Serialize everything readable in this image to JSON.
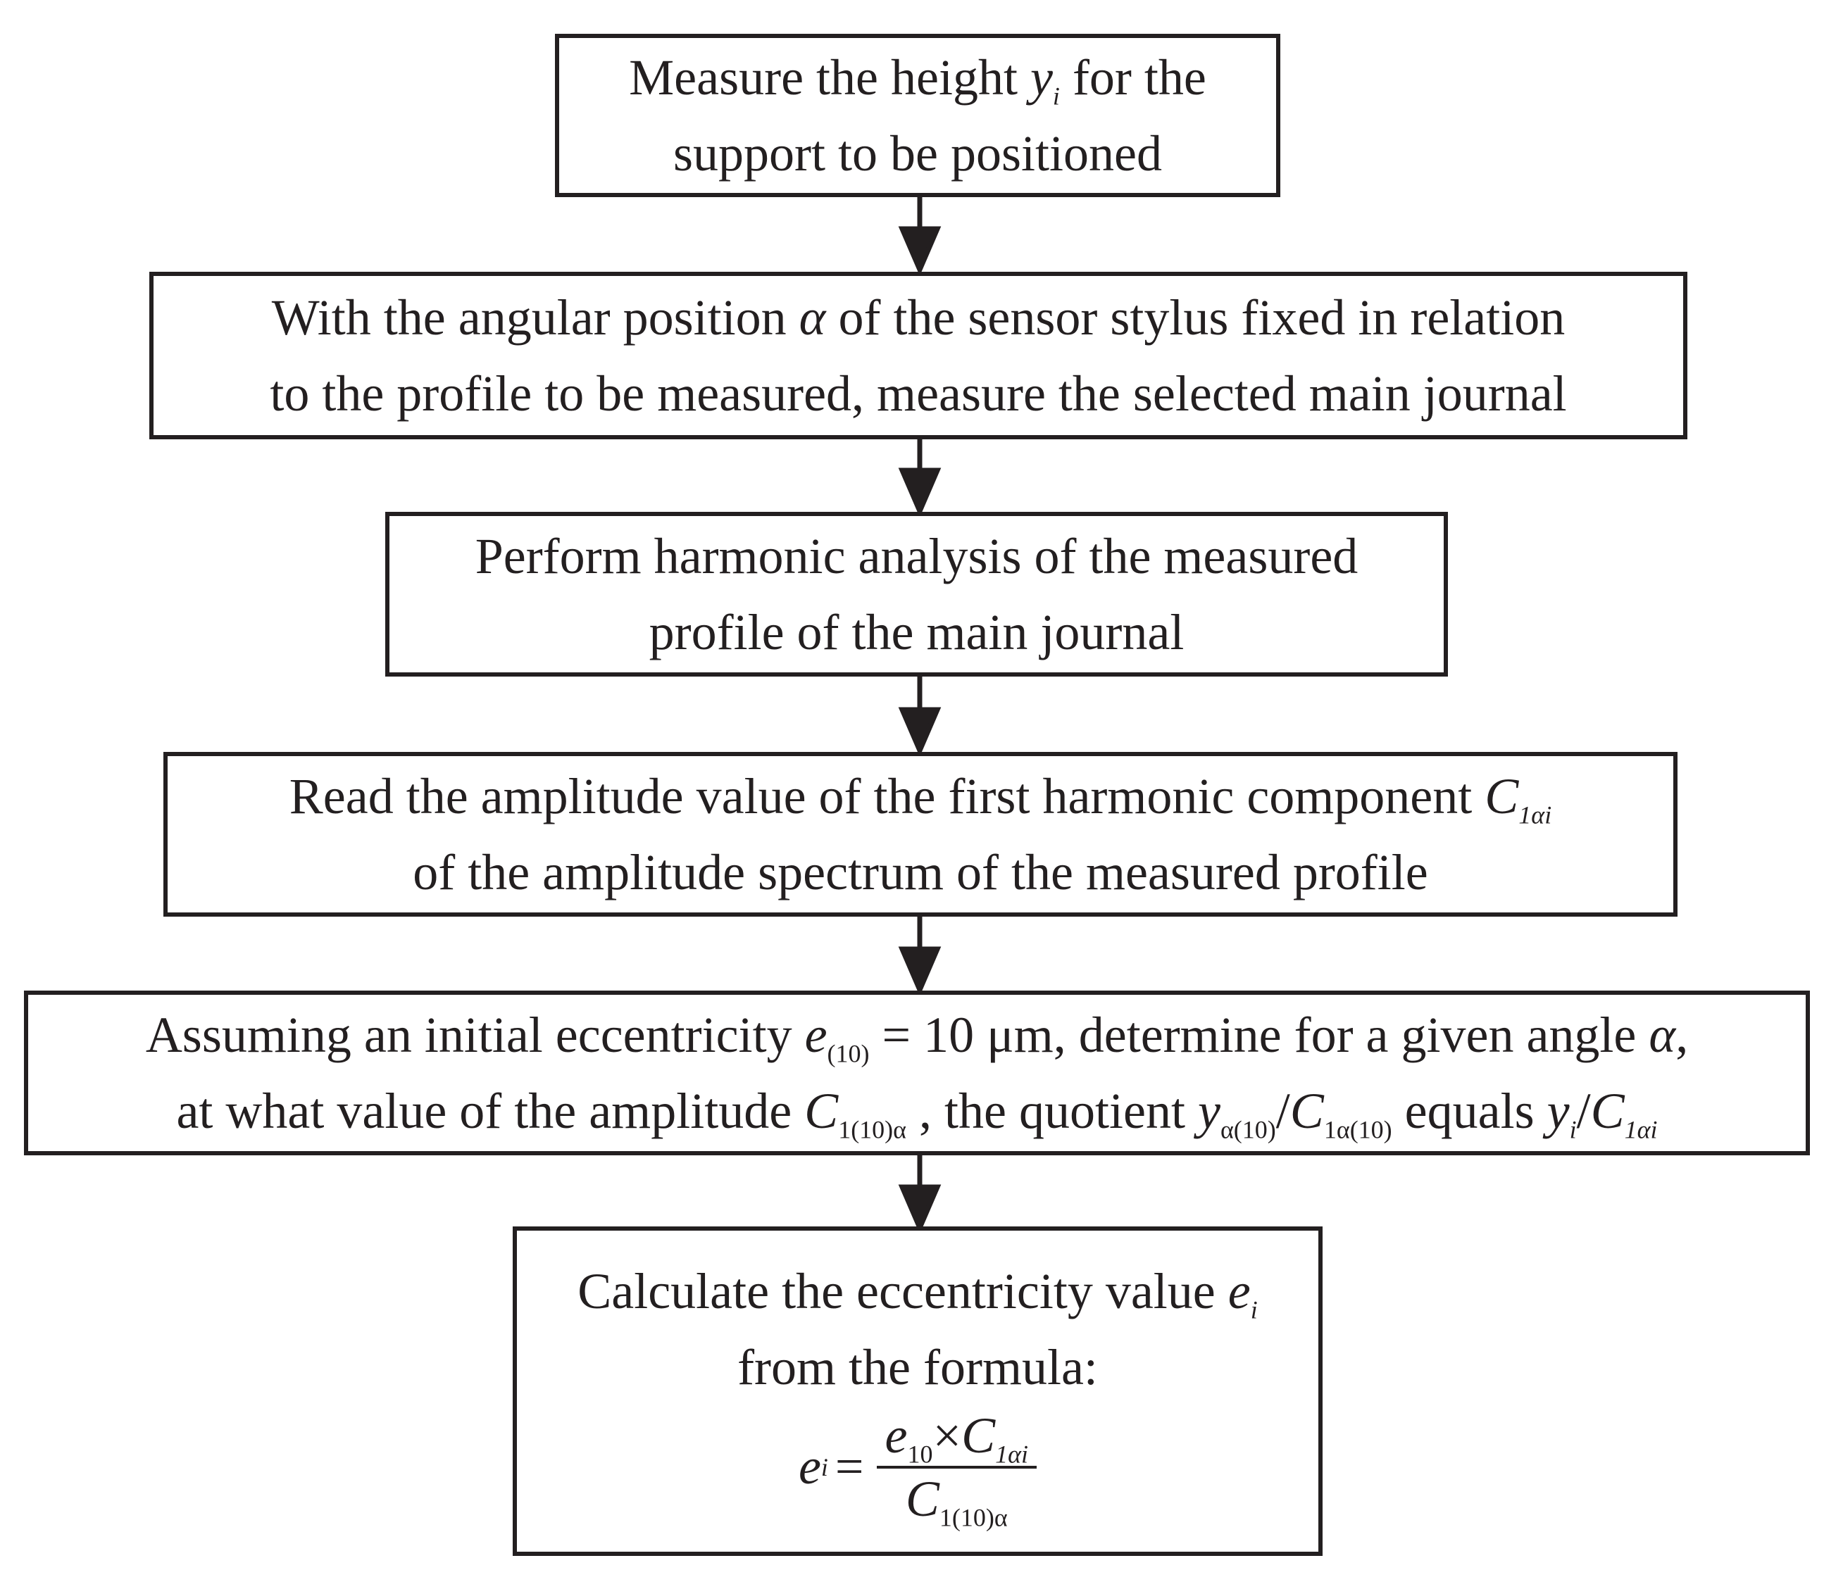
{
  "steps": [
    {
      "lines": [
        {
          "a": "Measure the height ",
          "var": "y",
          "sub": "i",
          "b": " for the"
        },
        {
          "text": "support to be positioned"
        }
      ]
    },
    {
      "lines": [
        {
          "a": "With the angular position ",
          "var": "α",
          "b": " of the sensor stylus fixed in relation"
        },
        {
          "text": "to the profile to be measured, measure the selected main journal"
        }
      ]
    },
    {
      "lines": [
        {
          "text": "Perform harmonic analysis of the measured"
        },
        {
          "text": "profile of the main journal"
        }
      ]
    },
    {
      "lines": [
        {
          "a": "Read the amplitude value of the first harmonic component ",
          "var": "C",
          "sub": "1αi"
        },
        {
          "text": "of the amplitude spectrum of the measured profile"
        }
      ]
    },
    {
      "line1": {
        "a": "Assuming an initial eccentricity ",
        "e": "e",
        "esub": "(10)",
        "b": " = 10 μm, determine for a given angle ",
        "alpha": "α",
        "c": ","
      },
      "line2": {
        "a": "at what value of the amplitude ",
        "C": "C",
        "Csub": "1(10)α",
        "b": " , the quotient ",
        "y": "y",
        "ysub": "α(10)",
        "slash": "/",
        "C2": "C",
        "C2sub": "1α(10)",
        "c": " equals ",
        "yi": "y",
        "yisub": "i",
        "slash2": "/",
        "C3": "C",
        "C3sub": "1αi"
      }
    },
    {
      "line1": {
        "a": "Calculate the eccentricity value ",
        "var": "e",
        "sub": "i"
      },
      "line2": {
        "text": "from the formula:"
      },
      "formula": {
        "lhs": "e",
        "lhs_sub": "i",
        "equals": "=",
        "num_e": "e",
        "num_e_sub": "10",
        "times": "×",
        "num_C": "C",
        "num_C_sub": "1αi",
        "den_C": "C",
        "den_C_sub": "1(10)α"
      }
    }
  ],
  "colors": {
    "stroke": "#231f20",
    "background": "#ffffff"
  }
}
